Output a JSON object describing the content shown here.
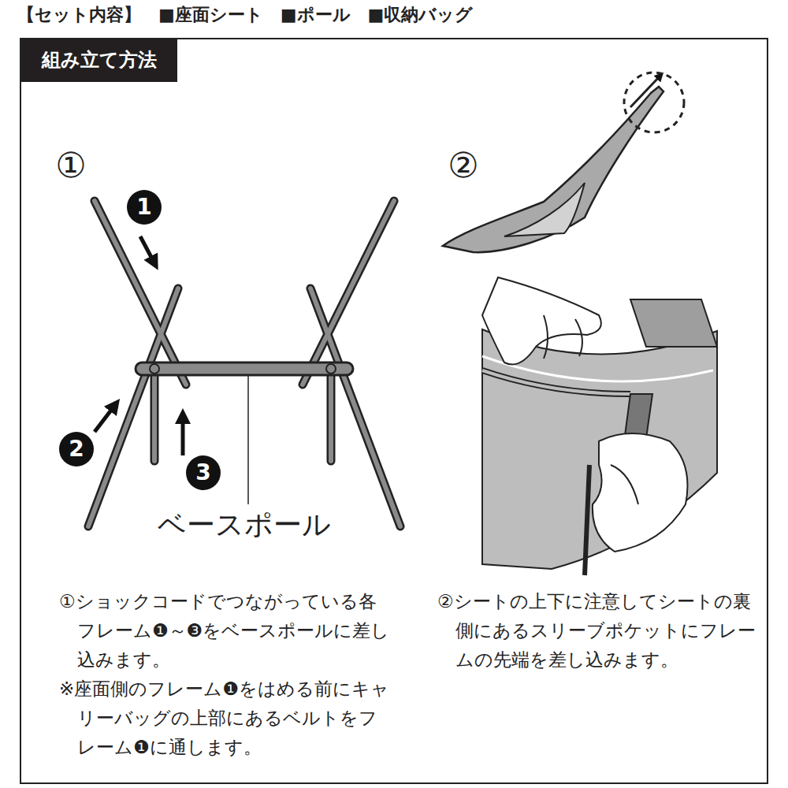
{
  "diagram": {
    "nodes": [
      {
        "text": [
          "組み立て方法"
        ]
      },
      {
        "text": [
          "1"
        ],
        "in": 0
      },
      {
        "text": [
          "2"
        ],
        "in": 0
      },
      {
        "text": [
          "3"
        ],
        "in": 0
      }
    ],
    "labels": [
      "【セット内容】",
      "■座面シート",
      "■ポール",
      "■収納バッグ",
      "①",
      "ベースポール",
      "①ショックコードでつながっている各フレーム❶～❸をベースポールに差し込みます。",
      "※座面側のフレーム❶をはめる前にキャリーバッグの上部にあるベルトをフレーム❶に通します。",
      "②",
      "②シートの上下に注意してシートの裏側にあるスリーブポケットにフレームの先端を差し込みます。"
    ]
  }
}
